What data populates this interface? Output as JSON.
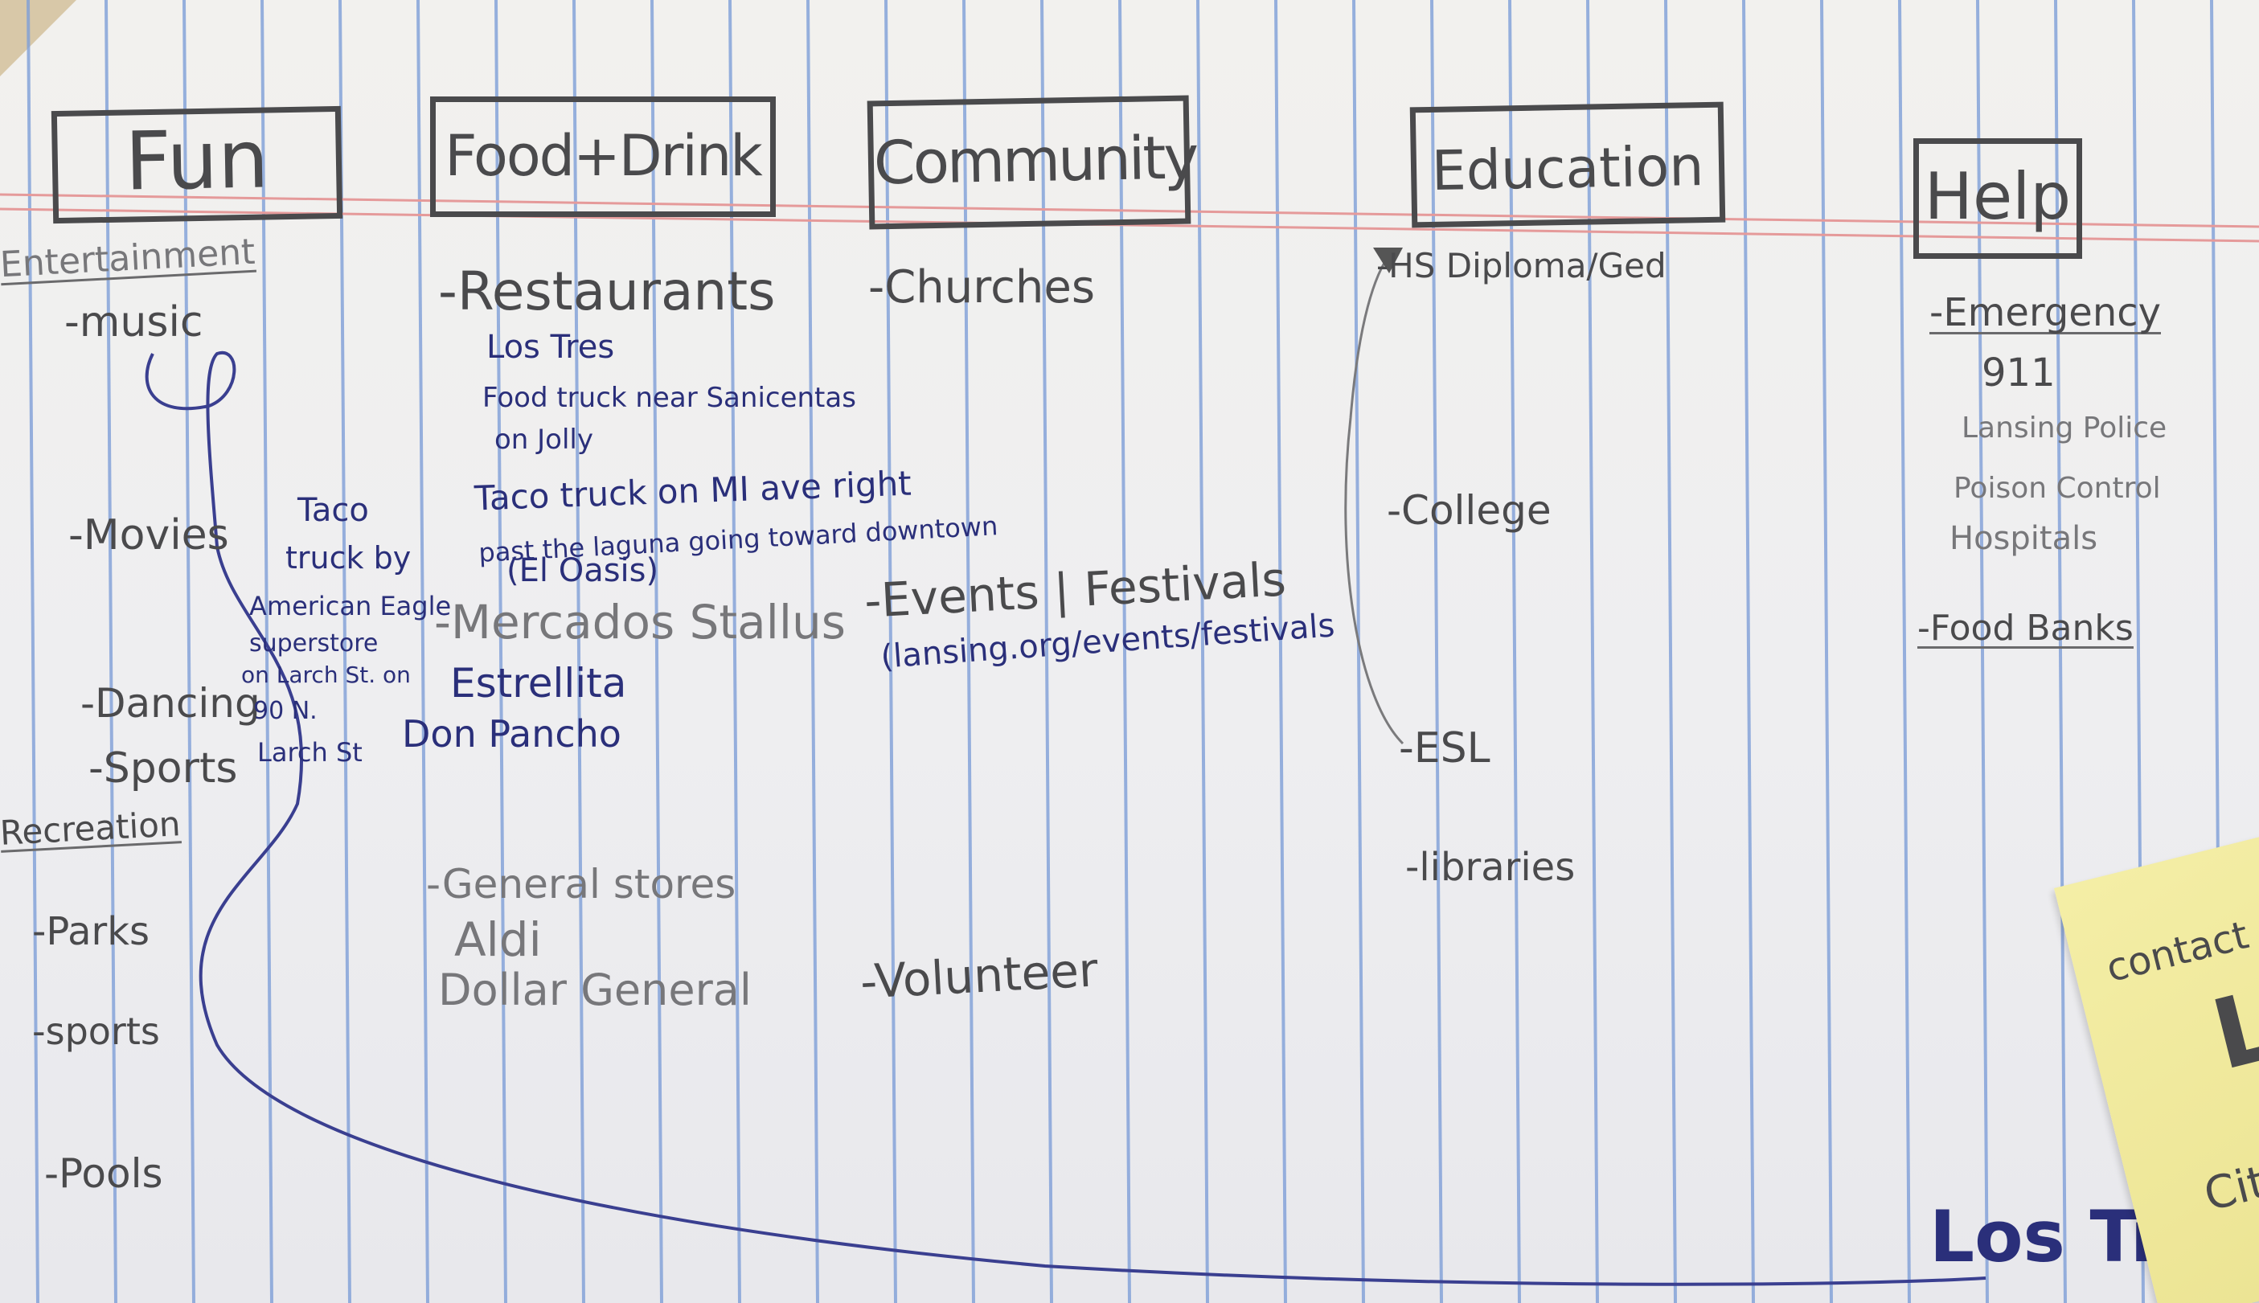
{
  "headings": {
    "fun": "Fun",
    "food_drink": "Food+Drink",
    "community": "Community",
    "education": "Education",
    "help": "Help"
  },
  "fun": {
    "entertainment_label": "Entertainment",
    "music": "-music",
    "movies": "-Movies",
    "dancing": "-Dancing",
    "sports": "-Sports",
    "recreation_label": "Recreation",
    "parks": "-Parks",
    "sports2": "-sports",
    "pools": "-Pools"
  },
  "food": {
    "restaurants": "-Restaurants",
    "los_tres": "Los Tres",
    "food_truck_line1": "Food truck near Sanicentas",
    "food_truck_line2": "on Jolly",
    "taco_truck_line1": "Taco truck on MI ave right",
    "taco_truck_line2": "past the laguna going toward downtown",
    "el_oasis": "(El Oasis)",
    "mercados": "-Mercados Stallus",
    "estrellita": "Estrellita",
    "don_pancho": "Don Pancho",
    "general_stores": "-General stores",
    "aldi": "Aldi",
    "dollar_general": "Dollar General"
  },
  "taco_note": {
    "line1": "Taco",
    "line2": "truck by",
    "line3": "American Eagle",
    "line4": "superstore",
    "line5": "on Larch St. on",
    "line6": "90 N.",
    "line7": "Larch St"
  },
  "community": {
    "churches": "-Churches",
    "events": "-Events | Festivals",
    "events_sub": "(lansing.org/events/festivals",
    "volunteer": "-Volunteer"
  },
  "education": {
    "hs_diploma": "-HS Diploma/Ged",
    "college": "-College",
    "esl": "-ESL",
    "libraries": "-libraries"
  },
  "help": {
    "emergency": "-Emergency",
    "n911": "911",
    "police": "Lansing Police",
    "poison": "Poison Control",
    "hospitals": "Hospitals",
    "food_banks": "-Food Banks"
  },
  "bottom": {
    "los_tres_ink": "Los Tr"
  },
  "sticky_note": {
    "line1": "contact",
    "line2": "L",
    "line3": "Cita"
  },
  "colors": {
    "paper": "#eeeef0",
    "blue_rule": "#7f9fd8",
    "red_margin": "#e59a9a",
    "pencil": "#4a4a4c",
    "ink": "#2a2f7a",
    "sticky": "#efe79a"
  }
}
